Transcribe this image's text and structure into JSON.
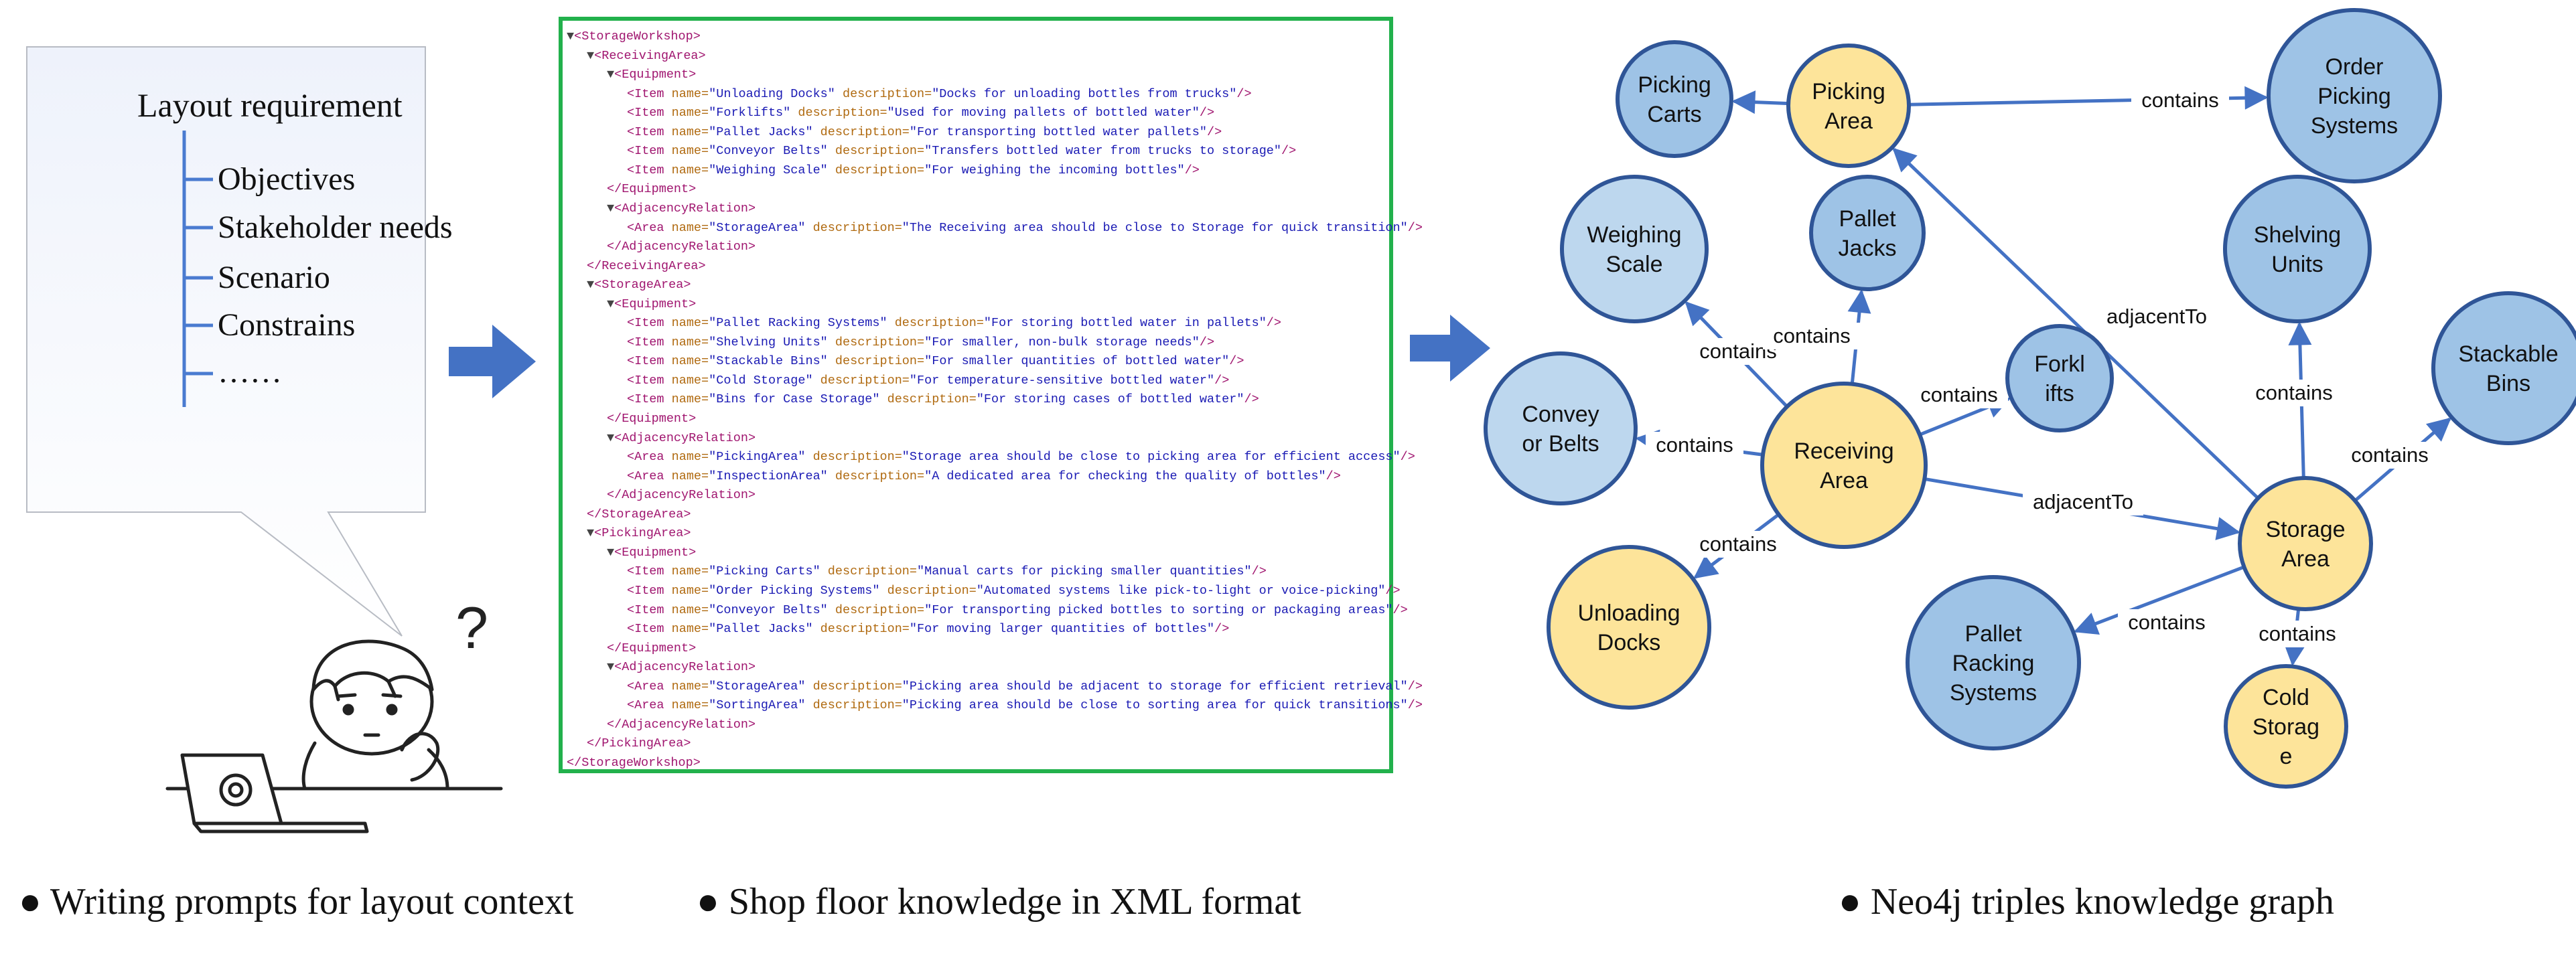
{
  "prompt_panel": {
    "title": "Layout requirement",
    "items": [
      "Objectives",
      "Stakeholder needs",
      "Scenario",
      "Constrains",
      "……"
    ],
    "question_mark": "?"
  },
  "xml_lines": [
    {
      "d": 0,
      "t": "open",
      "tag": "StorageWorkshop"
    },
    {
      "d": 1,
      "t": "open",
      "tag": "ReceivingArea"
    },
    {
      "d": 2,
      "t": "open",
      "tag": "Equipment"
    },
    {
      "d": 3,
      "t": "el",
      "tag": "Item",
      "name": "Unloading Docks",
      "desc": "Docks for unloading bottles from trucks"
    },
    {
      "d": 3,
      "t": "el",
      "tag": "Item",
      "name": "Forklifts",
      "desc": "Used for moving pallets of bottled water"
    },
    {
      "d": 3,
      "t": "el",
      "tag": "Item",
      "name": "Pallet Jacks",
      "desc": "For transporting bottled water pallets"
    },
    {
      "d": 3,
      "t": "el",
      "tag": "Item",
      "name": "Conveyor Belts",
      "desc": "Transfers bottled water from trucks to storage"
    },
    {
      "d": 3,
      "t": "el",
      "tag": "Item",
      "name": "Weighing Scale",
      "desc": "For weighing the incoming bottles"
    },
    {
      "d": 2,
      "t": "close",
      "tag": "Equipment"
    },
    {
      "d": 2,
      "t": "open",
      "tag": "AdjacencyRelation"
    },
    {
      "d": 3,
      "t": "el",
      "tag": "Area",
      "name": "StorageArea",
      "desc": "The Receiving area should be close to Storage for quick transition"
    },
    {
      "d": 2,
      "t": "close",
      "tag": "AdjacencyRelation"
    },
    {
      "d": 1,
      "t": "close",
      "tag": "ReceivingArea"
    },
    {
      "d": 1,
      "t": "open",
      "tag": "StorageArea"
    },
    {
      "d": 2,
      "t": "open",
      "tag": "Equipment"
    },
    {
      "d": 3,
      "t": "el",
      "tag": "Item",
      "name": "Pallet Racking Systems",
      "desc": "For storing bottled water in pallets"
    },
    {
      "d": 3,
      "t": "el",
      "tag": "Item",
      "name": "Shelving Units",
      "desc": "For smaller, non-bulk storage needs"
    },
    {
      "d": 3,
      "t": "el",
      "tag": "Item",
      "name": "Stackable Bins",
      "desc": "For smaller quantities of bottled water"
    },
    {
      "d": 3,
      "t": "el",
      "tag": "Item",
      "name": "Cold Storage",
      "desc": "For temperature-sensitive bottled water"
    },
    {
      "d": 3,
      "t": "el",
      "tag": "Item",
      "name": "Bins for Case Storage",
      "desc": "For storing cases of bottled water"
    },
    {
      "d": 2,
      "t": "close",
      "tag": "Equipment"
    },
    {
      "d": 2,
      "t": "open",
      "tag": "AdjacencyRelation"
    },
    {
      "d": 3,
      "t": "el",
      "tag": "Area",
      "name": "PickingArea",
      "desc": "Storage area should be close to picking area for efficient access"
    },
    {
      "d": 3,
      "t": "el",
      "tag": "Area",
      "name": "InspectionArea",
      "desc": "A dedicated area for checking the quality of bottles"
    },
    {
      "d": 2,
      "t": "close",
      "tag": "AdjacencyRelation"
    },
    {
      "d": 1,
      "t": "close",
      "tag": "StorageArea"
    },
    {
      "d": 1,
      "t": "open",
      "tag": "PickingArea"
    },
    {
      "d": 2,
      "t": "open",
      "tag": "Equipment"
    },
    {
      "d": 3,
      "t": "el",
      "tag": "Item",
      "name": "Picking Carts",
      "desc": "Manual carts for picking smaller quantities"
    },
    {
      "d": 3,
      "t": "el",
      "tag": "Item",
      "name": "Order Picking Systems",
      "desc": "Automated systems like pick-to-light or voice-picking"
    },
    {
      "d": 3,
      "t": "el",
      "tag": "Item",
      "name": "Conveyor Belts",
      "desc": "For transporting picked bottles to sorting or packaging areas"
    },
    {
      "d": 3,
      "t": "el",
      "tag": "Item",
      "name": "Pallet Jacks",
      "desc": "For moving larger quantities of bottles"
    },
    {
      "d": 2,
      "t": "close",
      "tag": "Equipment"
    },
    {
      "d": 2,
      "t": "open",
      "tag": "AdjacencyRelation"
    },
    {
      "d": 3,
      "t": "el",
      "tag": "Area",
      "name": "StorageArea",
      "desc": "Picking area should be adjacent to storage for efficient retrieval"
    },
    {
      "d": 3,
      "t": "el",
      "tag": "Area",
      "name": "SortingArea",
      "desc": "Picking area should be close to sorting area for quick transitions"
    },
    {
      "d": 2,
      "t": "close",
      "tag": "AdjacencyRelation"
    },
    {
      "d": 1,
      "t": "close",
      "tag": "PickingArea"
    },
    {
      "d": 0,
      "t": "close",
      "tag": "StorageWorkshop"
    }
  ],
  "graph": {
    "colors": {
      "area_fill": "#fde49a",
      "item_fill": "#9ec3e6",
      "item_fill_light": "#bdd7ee",
      "stroke": "#2f5597",
      "edge": "#4472c4"
    },
    "nodes": [
      {
        "id": "picking_carts",
        "lines": [
          "Picking",
          "Carts"
        ],
        "kind": "item"
      },
      {
        "id": "picking_area",
        "lines": [
          "Picking",
          "Area"
        ],
        "kind": "area"
      },
      {
        "id": "order_picking",
        "lines": [
          "Order",
          "Picking",
          "Systems"
        ],
        "kind": "item"
      },
      {
        "id": "weighing_scale",
        "lines": [
          "Weighing",
          "Scale"
        ],
        "kind": "item_light"
      },
      {
        "id": "pallet_jacks",
        "lines": [
          "Pallet",
          "Jacks"
        ],
        "kind": "item"
      },
      {
        "id": "shelving_units",
        "lines": [
          "Shelving",
          "Units"
        ],
        "kind": "item"
      },
      {
        "id": "stackable_bins",
        "lines": [
          "Stackable",
          "Bins"
        ],
        "kind": "item"
      },
      {
        "id": "forklifts",
        "lines": [
          "Forkl",
          "ifts"
        ],
        "kind": "item"
      },
      {
        "id": "conveyor_belts",
        "lines": [
          "Convey",
          "or Belts"
        ],
        "kind": "item_light"
      },
      {
        "id": "receiving_area",
        "lines": [
          "Receiving",
          "Area"
        ],
        "kind": "area"
      },
      {
        "id": "storage_area",
        "lines": [
          "Storage",
          "Area"
        ],
        "kind": "area"
      },
      {
        "id": "unloading_docks",
        "lines": [
          "Unloading",
          "Docks"
        ],
        "kind": "area"
      },
      {
        "id": "pallet_racking",
        "lines": [
          "Pallet",
          "Racking",
          "Systems"
        ],
        "kind": "item"
      },
      {
        "id": "cold_storage",
        "lines": [
          "Cold",
          "Storag",
          "e"
        ],
        "kind": "area"
      }
    ],
    "edges": [
      {
        "from": "picking_area",
        "to": "picking_carts",
        "label": "contains"
      },
      {
        "from": "picking_area",
        "to": "order_picking",
        "label": "contains"
      },
      {
        "from": "receiving_area",
        "to": "weighing_scale",
        "label": "contains"
      },
      {
        "from": "receiving_area",
        "to": "pallet_jacks",
        "label": "contains"
      },
      {
        "from": "receiving_area",
        "to": "forklifts",
        "label": "contains"
      },
      {
        "from": "receiving_area",
        "to": "conveyor_belts",
        "label": "contains"
      },
      {
        "from": "receiving_area",
        "to": "unloading_docks",
        "label": "contains"
      },
      {
        "from": "receiving_area",
        "to": "storage_area",
        "label": "adjacentTo"
      },
      {
        "from": "storage_area",
        "to": "picking_area",
        "label": "adjacentTo"
      },
      {
        "from": "storage_area",
        "to": "shelving_units",
        "label": "contains"
      },
      {
        "from": "storage_area",
        "to": "stackable_bins",
        "label": "contains"
      },
      {
        "from": "storage_area",
        "to": "pallet_racking",
        "label": "contains"
      },
      {
        "from": "storage_area",
        "to": "cold_storage",
        "label": "contains"
      }
    ]
  },
  "captions": [
    "● Writing prompts for layout context",
    "● Shop floor knowledge in XML format",
    "● Neo4j triples knowledge graph"
  ]
}
